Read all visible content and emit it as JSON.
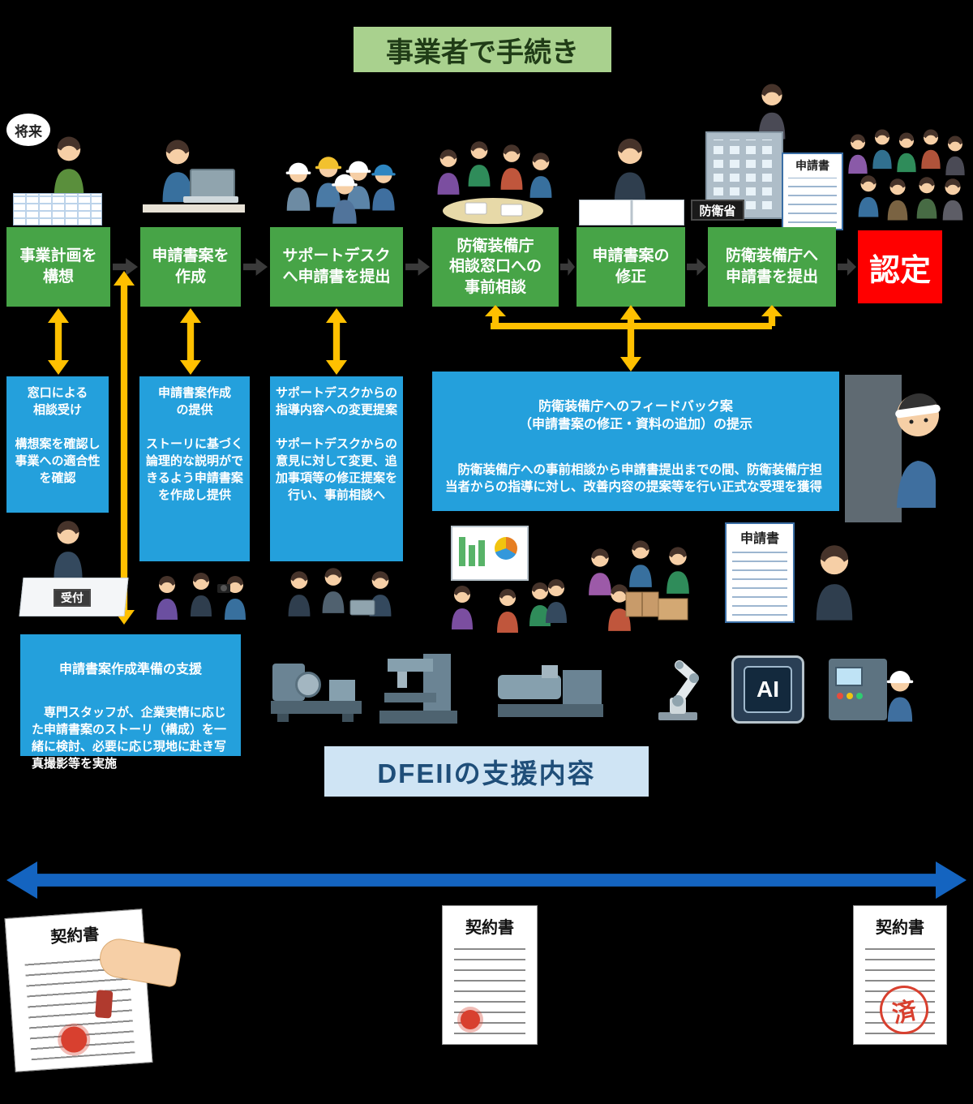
{
  "colors": {
    "background": "#000000",
    "step_green": "#47a447",
    "header_green_bg": "#a9d18e",
    "support_blue": "#24a0dc",
    "arrow_yellow": "#ffc000",
    "result_red": "#ff0000",
    "dfeii_banner_bg": "#cfe4f4",
    "dfeii_banner_text": "#1f4e79",
    "timeline_blue": "#1464c0"
  },
  "header": {
    "title": "事業者で手続き"
  },
  "flow": {
    "steps": [
      {
        "label": "事業計画を\n構想"
      },
      {
        "label": "申請書案を\n作成"
      },
      {
        "label": "サポートデスク\nへ申請書を提出"
      },
      {
        "label": "防衛装備庁\n相談窓口への\n事前相談"
      },
      {
        "label": "申請書案の\n修正"
      },
      {
        "label": "防衛装備庁へ\n申請書を提出"
      }
    ],
    "result": "認定"
  },
  "support": {
    "box_consult": "窓口による\n相談受け\n\n構想案を確認し事業への適合性を確認",
    "box_draft": "申請書案作成\nの提供\n\nストーリに基づく論理的な説明ができるよう申請書案を作成し提供",
    "box_revise": "サポートデスクからの指導内容への変更提案\n\nサポートデスクからの意見に対して変更、追加事項等の修正提案を行い、事前相談へ",
    "box_feedback_title": "防衛装備庁へのフィードバック案\n（申請書案の修正・資料の追加）の提示",
    "box_feedback_body": "防衛装備庁への事前相談から申請書提出までの間、防衛装備庁担当者からの指導に対し、改善内容の提案等を行い正式な受理を獲得",
    "box_prep_title": "申請書案作成準備の支援",
    "box_prep_body": "専門スタッフが、企業実情に応じた申請書案のストーリ（構成）を一緒に検討、必要に応じ現地に赴き写真撮影等を実施"
  },
  "banner": {
    "dfeii": "DFEIIの支援内容"
  },
  "labels": {
    "future": "将来",
    "ministry": "防衛省",
    "application": "申請書",
    "reception": "受付",
    "ai": "AI",
    "contract": "契約書",
    "done": "済"
  }
}
